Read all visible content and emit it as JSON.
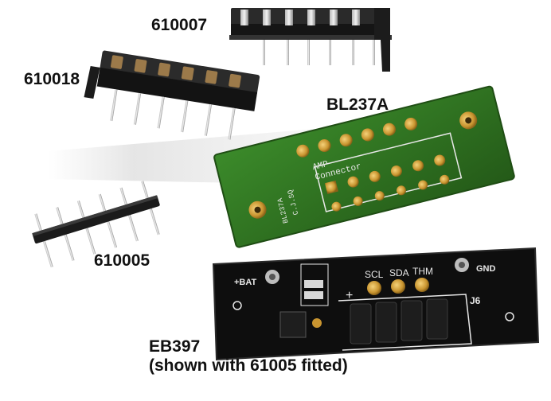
{
  "labels": {
    "part_610007": "610007",
    "part_610018": "610018",
    "part_bl237a": "BL237A",
    "part_610005": "610005",
    "part_eb397": "EB397",
    "part_eb397_note": "(shown with 61005 fitted)"
  },
  "board_bl237a": {
    "silk_lines": [
      "AMP",
      "Connector"
    ],
    "side_text": "BL237A",
    "side_text2": "C.J.SQ"
  },
  "board_eb397": {
    "top_labels": [
      "SCL",
      "SDA",
      "THM"
    ],
    "left_label": "+BAT",
    "right_label": "GND",
    "plus_mark": "+",
    "ref_label": "J6"
  },
  "colors": {
    "background": "#ffffff",
    "label_text": "#111111",
    "green_pcb": "#2f6e22",
    "black_pcb": "#0e0e0e",
    "gold_pad": "#d4a23a",
    "silkscreen": "#e8e8e8"
  }
}
